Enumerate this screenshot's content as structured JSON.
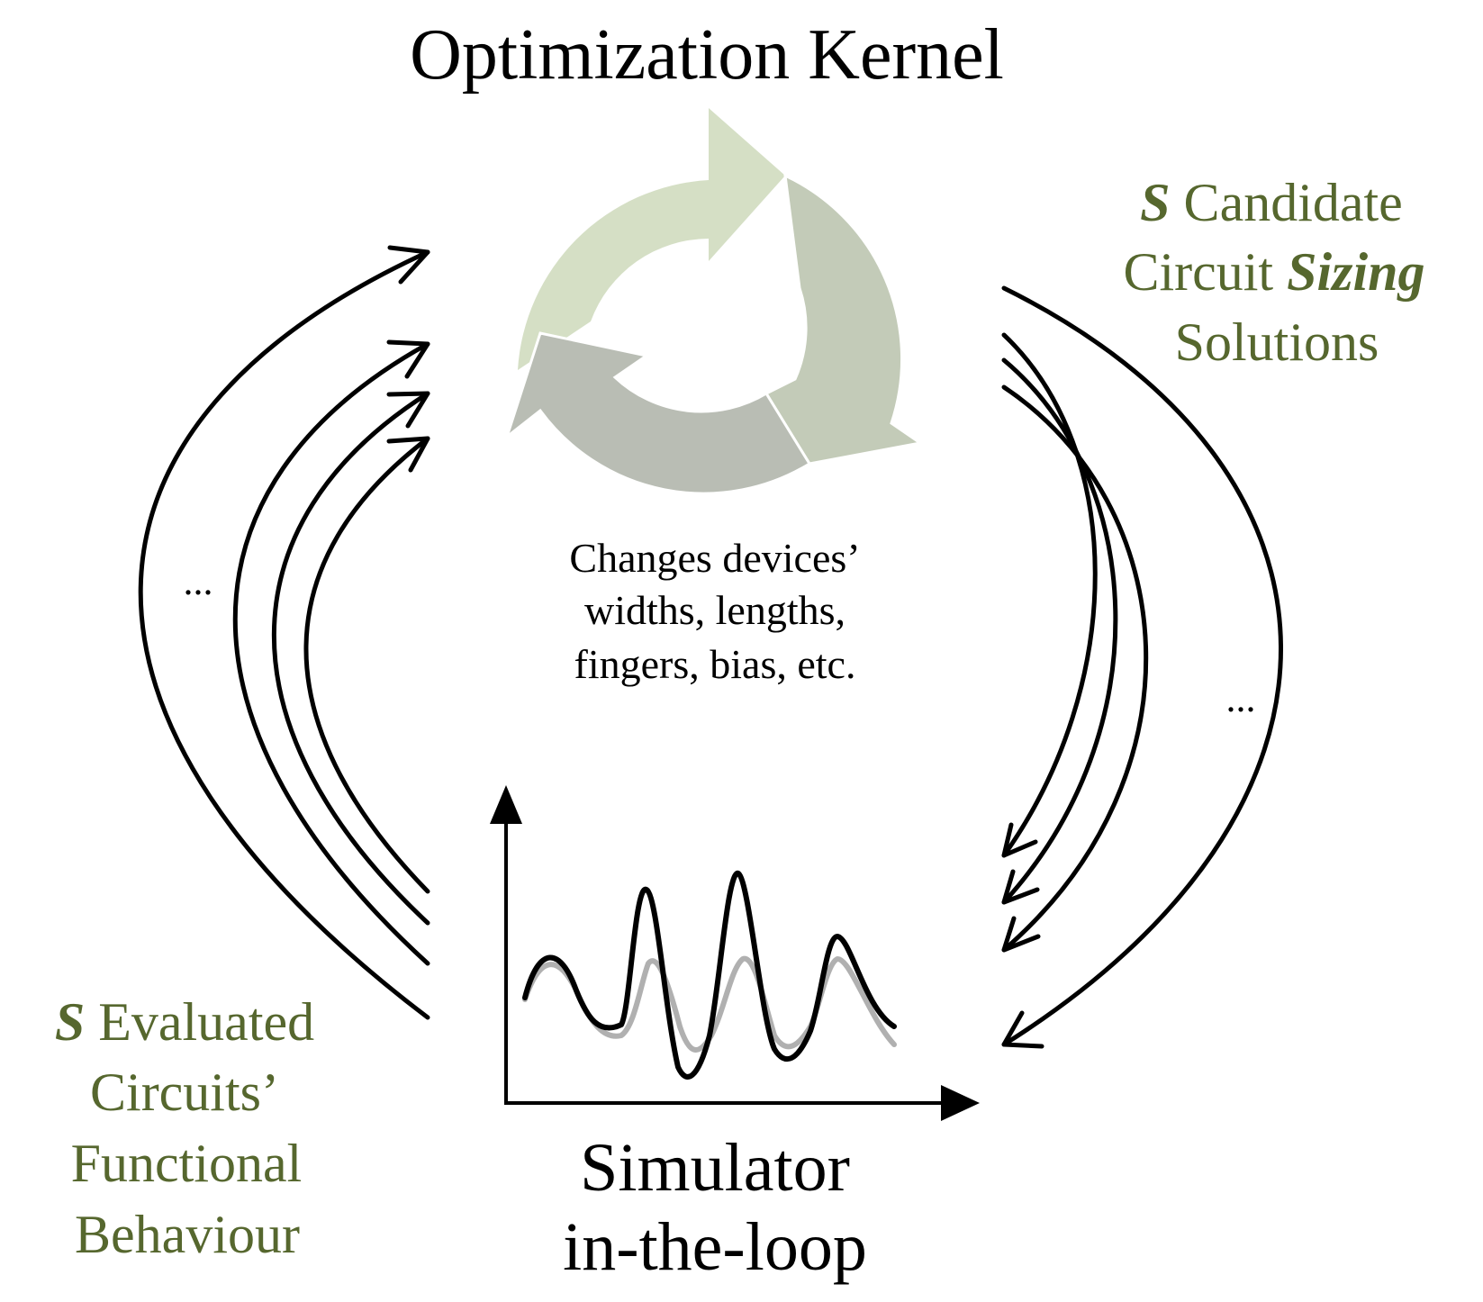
{
  "title": "Optimization Kernel",
  "kernel_note": [
    "Changes devices’",
    "widths, lengths,",
    "fingers, bias, etc."
  ],
  "candidates_label": {
    "line1_prefix": "S",
    "line1_rest": " Candidate",
    "line2_prefix": "Circuit ",
    "line2_emph": "Sizing",
    "line3": "Solutions"
  },
  "evaluated_label": {
    "line1_prefix": "S",
    "line1_rest": " Evaluated",
    "line2": "Circuits’",
    "line3": "Functional",
    "line4": "Behaviour"
  },
  "simulator_label": [
    "Simulator",
    "in-the-loop"
  ],
  "ellipsis_left": "...",
  "ellipsis_right": "...",
  "colors": {
    "label_green": "#56672e",
    "cycle_light": "#d5dfc5",
    "cycle_mid": "#c3cbb8",
    "cycle_dark": "#b9bdb4",
    "ghost_wave": "#b0b0b0"
  }
}
